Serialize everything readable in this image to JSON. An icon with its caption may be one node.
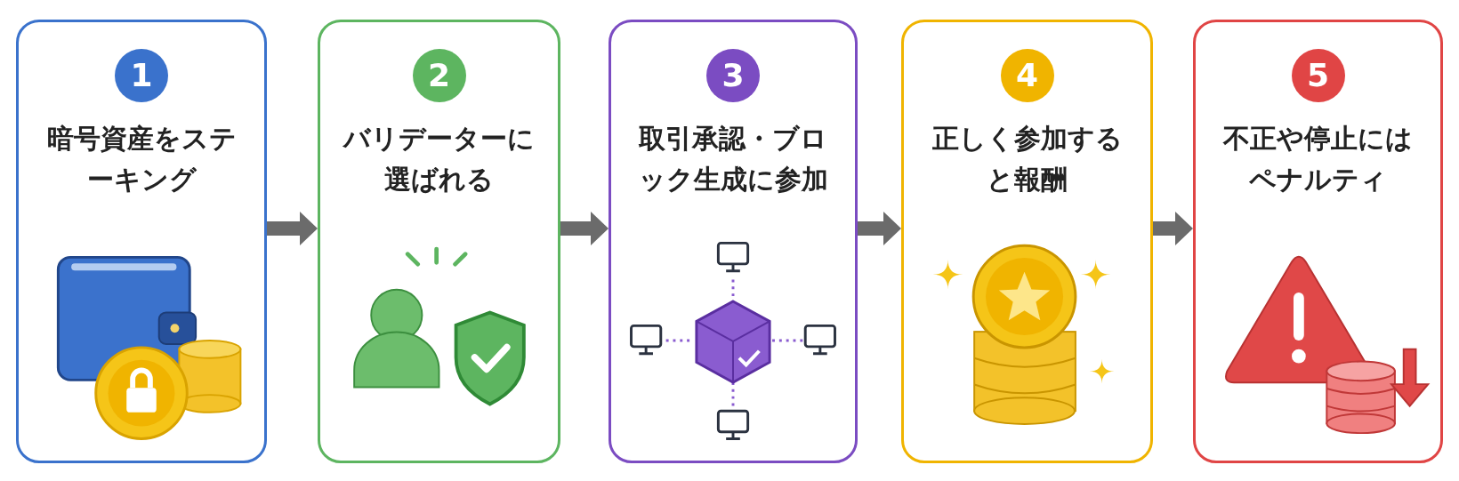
{
  "diagram": {
    "nodes": [
      {
        "text": [
          "1",
          "暗号資産をステーキング"
        ]
      },
      {
        "text": [
          "2",
          "バリデーターに選ばれる"
        ]
      },
      {
        "text": [
          "3",
          "取引承認・ブロック生成に参加"
        ]
      },
      {
        "text": [
          "4",
          "正しく参加すると報酬"
        ]
      },
      {
        "text": [
          "5",
          "不正や停止にはペナルティ"
        ]
      }
    ],
    "edges": [
      {
        "from": 0,
        "to": 1,
        "arrow": "to"
      },
      {
        "from": 1,
        "to": 2,
        "arrow": "to"
      },
      {
        "from": 2,
        "to": 3,
        "arrow": "to"
      },
      {
        "from": 3,
        "to": 4,
        "arrow": "to"
      }
    ]
  }
}
